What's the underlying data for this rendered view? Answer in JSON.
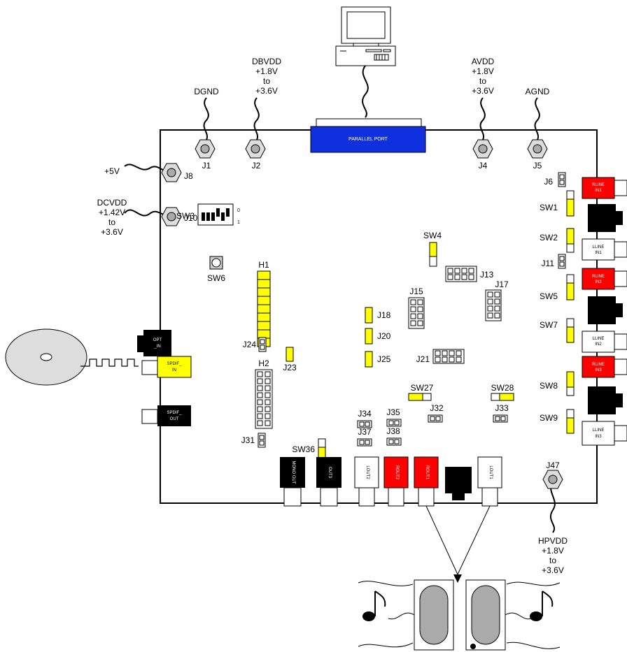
{
  "top_labels": {
    "dgnd": "DGND",
    "dbvdd": [
      "DBVDD",
      "+1.8V",
      "to",
      "+3.6V"
    ],
    "avdd": [
      "AVDD",
      "+1.8V",
      "to",
      "+3.6V"
    ],
    "agnd": "AGND"
  },
  "left_labels": {
    "plus5v": "+5V",
    "dcvdd": [
      "DCVDD",
      "+1.42V",
      "to",
      "+3.6V"
    ]
  },
  "bottom_labels": {
    "hpvdd": [
      "HPVDD",
      "+1.8V",
      "to",
      "+3.6V"
    ]
  },
  "parallel_port": "PARALLEL PORT",
  "jacks": [
    "J1",
    "J2",
    "J4",
    "J5",
    "J8",
    "J10",
    "J47"
  ],
  "headers": {
    "h1": "H1",
    "h2": "H2",
    "j6": "J6",
    "j11": "J11",
    "j13": "J13",
    "j15": "J15",
    "j17": "J17",
    "j18": "J18",
    "j20": "J20",
    "j21": "J21",
    "j23": "J23",
    "j24": "J24",
    "j25": "J25",
    "j31": "J31",
    "j32": "J32",
    "j33": "J33",
    "j34": "J34",
    "j35": "J35",
    "j37": "J37",
    "j38": "J38"
  },
  "switches": {
    "sw1": "SW1",
    "sw2": "SW2",
    "sw3": "SW3",
    "sw4": "SW4",
    "sw5": "SW5",
    "sw6": "SW6",
    "sw7": "SW7",
    "sw8": "SW8",
    "sw9": "SW9",
    "sw27": "SW27",
    "sw28": "SW28",
    "sw36": "SW36",
    "sw3_off": "0",
    "sw3_on": "1"
  },
  "connectors": {
    "opt_in": [
      "OPT",
      "_IN"
    ],
    "spdif_in": [
      "SPDIF_",
      "IN"
    ],
    "spdif_out": [
      "SPDIF_",
      "OUT"
    ],
    "rline_in1": [
      "RLINE",
      "IN1"
    ],
    "lline_in1": [
      "LLINE",
      "IN1"
    ],
    "rline_in2": [
      "RLINE",
      "IN2"
    ],
    "lline_in2": [
      "LLINE",
      "IN2"
    ],
    "rline_in3": [
      "RLINE",
      "IN3"
    ],
    "lline_in3": [
      "LLINE",
      "IN3"
    ],
    "mono_out": "MONO OUT",
    "out3": "OUT3",
    "lout2": "LOUT2",
    "rout2": "ROUT2",
    "rout1": "ROUT1",
    "lout1": "LOUT1"
  },
  "colors": {
    "port": "#1030e0",
    "red": "#ff0000",
    "yellow": "#ffff00",
    "black": "#000000"
  }
}
